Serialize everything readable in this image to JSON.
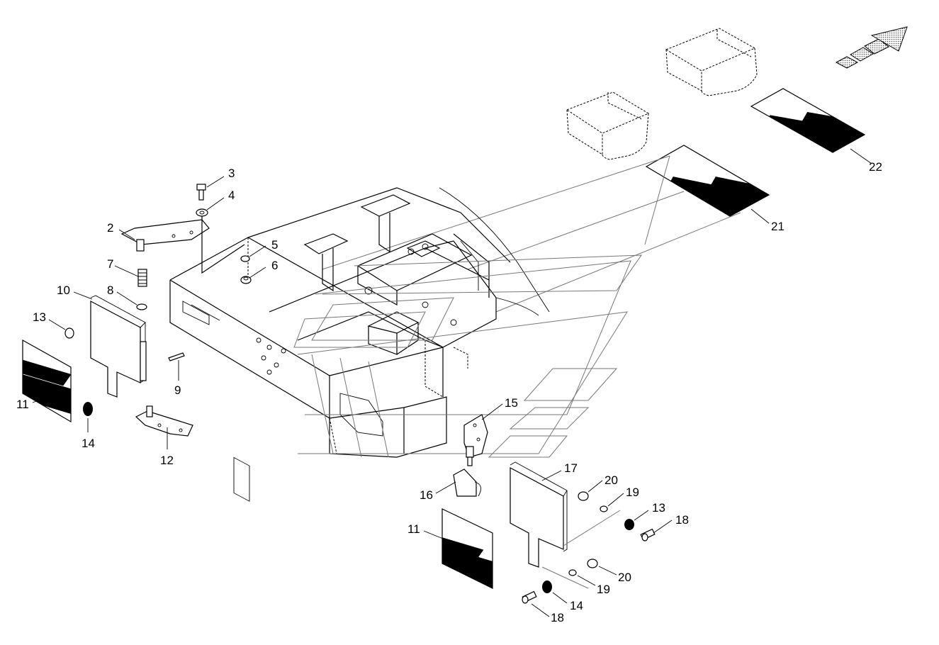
{
  "callouts": [
    {
      "id": "c3",
      "label": "3"
    },
    {
      "id": "c4",
      "label": "4"
    },
    {
      "id": "c2",
      "label": "2"
    },
    {
      "id": "c5",
      "label": "5"
    },
    {
      "id": "c6",
      "label": "6"
    },
    {
      "id": "c7",
      "label": "7"
    },
    {
      "id": "c10",
      "label": "10"
    },
    {
      "id": "c8",
      "label": "8"
    },
    {
      "id": "c13a",
      "label": "13"
    },
    {
      "id": "c9",
      "label": "9"
    },
    {
      "id": "c11a",
      "label": "11"
    },
    {
      "id": "c14a",
      "label": "14"
    },
    {
      "id": "c12",
      "label": "12"
    },
    {
      "id": "c15",
      "label": "15"
    },
    {
      "id": "c16",
      "label": "16"
    },
    {
      "id": "c17",
      "label": "17"
    },
    {
      "id": "c20a",
      "label": "20"
    },
    {
      "id": "c19a",
      "label": "19"
    },
    {
      "id": "c13b",
      "label": "13"
    },
    {
      "id": "c18a",
      "label": "18"
    },
    {
      "id": "c11b",
      "label": "11"
    },
    {
      "id": "c20b",
      "label": "20"
    },
    {
      "id": "c19b",
      "label": "19"
    },
    {
      "id": "c14b",
      "label": "14"
    },
    {
      "id": "c18b",
      "label": "18"
    },
    {
      "id": "c21",
      "label": "21"
    },
    {
      "id": "c22",
      "label": "22"
    }
  ],
  "icons": {
    "direction_arrow": "forward-direction-arrow-icon"
  }
}
